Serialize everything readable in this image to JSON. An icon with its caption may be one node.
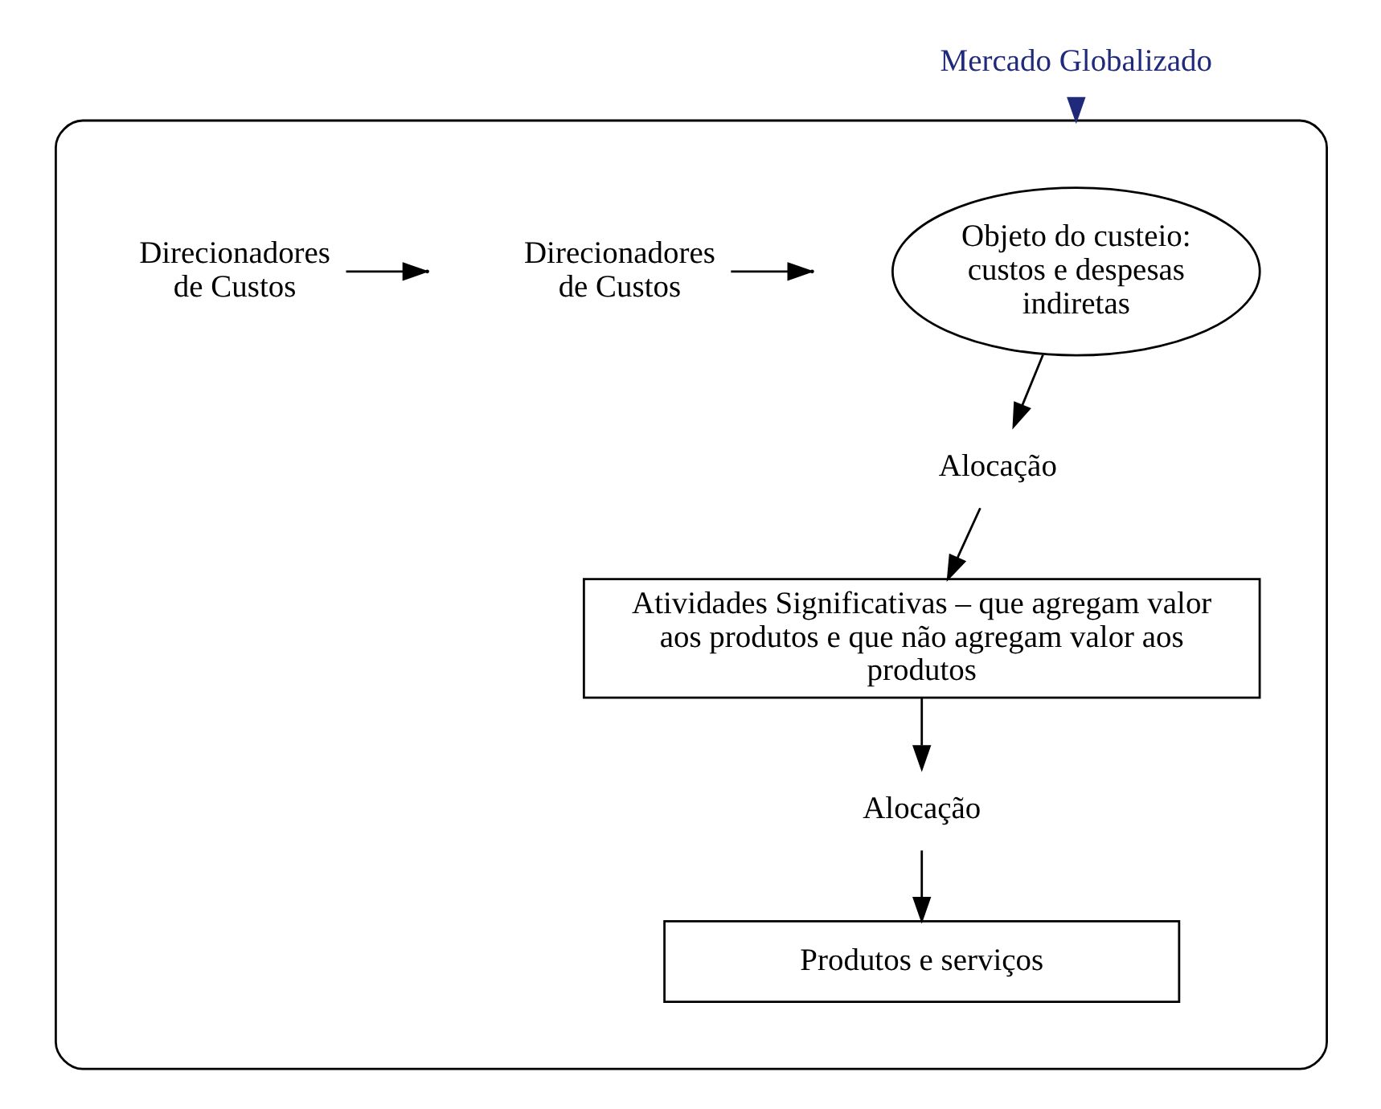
{
  "diagram": {
    "nodes": [
      {
        "text": [
          "Mercado Globalizado"
        ]
      },
      {
        "text": [],
        "shape": "ellipse"
      },
      {
        "text": [
          "Objeto do custeio: custos e despesas indiretas"
        ],
        "in": 1
      },
      {
        "text": [
          "Alocação"
        ],
        "in": 1
      },
      {
        "text": [
          "Direcionadores de Custos"
        ],
        "in": 1
      },
      {
        "text": [
          "Atividades Significativas – que agregam valor aos produtos e que não agregam valor aos produtos"
        ],
        "in": 1
      },
      {
        "text": [
          "Alocação"
        ],
        "in": 1
      },
      {
        "text": [
          "Direcionadores de Custos"
        ],
        "in": 1
      },
      {
        "text": [
          "Produtos e serviços"
        ],
        "in": 1
      }
    ],
    "edges": [
      {
        "from": 0,
        "to": 1,
        "arrow": "to",
        "color": "#1f2a7a"
      },
      {
        "from": 2,
        "to": 3,
        "arrow": "to"
      },
      {
        "from": 3,
        "to": 5,
        "arrow": "to"
      },
      {
        "from": 4,
        "to": null,
        "arrow": "to"
      },
      {
        "from": 5,
        "to": 6,
        "arrow": "to"
      },
      {
        "from": 6,
        "to": 8,
        "arrow": "to"
      },
      {
        "from": 7,
        "to": null,
        "arrow": "to"
      }
    ]
  }
}
